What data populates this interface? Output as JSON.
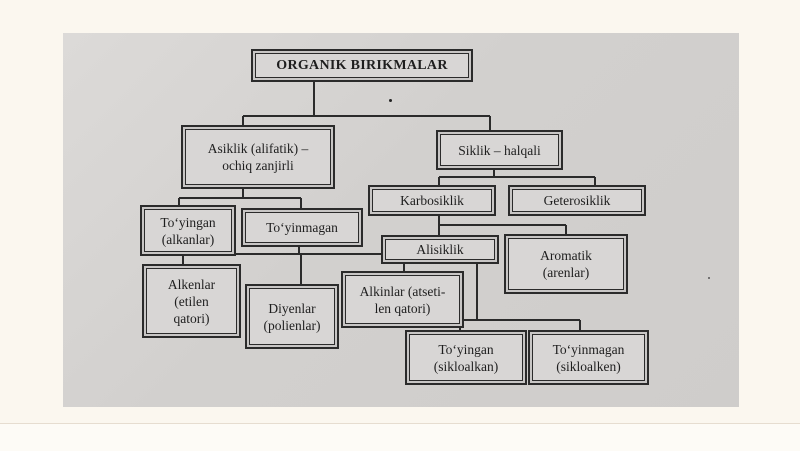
{
  "nodes": {
    "root": "ORGANIK BIRIKMALAR",
    "asiklik": "Asiklik  (alifatik) –\nochiq zanjirli",
    "siklik": "Siklik – halqali",
    "toyingan_alkan": "To‘yingan\n(alkanlar)",
    "toyinmagan": "To‘yinmagan",
    "karbosiklik": "Karbosiklik",
    "geterosiklik": "Geterosiklik",
    "alisiklik": "Alisiklik",
    "aromatik": "Aromatik\n(arenlar)",
    "alkenlar": "Alkenlar\n(etilen\nqatori)",
    "diyenlar": "Diyenlar\n(polienlar)",
    "alkinlar": "Alkinlar (atseti-\nlen qatori)",
    "toyingan_sikloalkan": "To‘yingan\n(sikloalkan)",
    "toyinmagan_sikloalken": "To‘yinmagan\n(sikloalken)"
  },
  "colors": {
    "page_background": "#fbf7ef",
    "photo_background": "#d6d4d2",
    "box_border": "#2b2b2b",
    "text": "#1e1e1e"
  }
}
